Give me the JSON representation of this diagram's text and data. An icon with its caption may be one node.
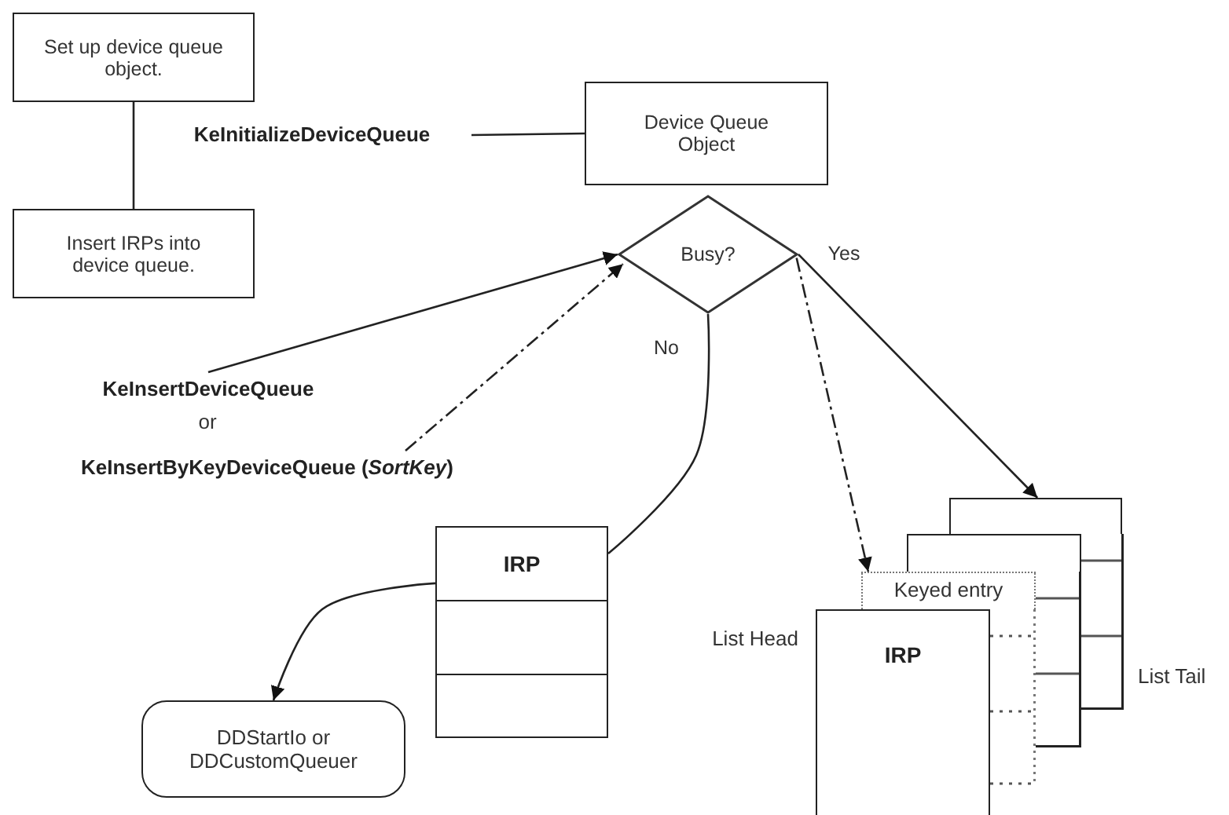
{
  "diagram": {
    "nodes": [
      {
        "text": [
          "Set up device queue object."
        ]
      },
      {
        "text": [
          "Insert IRPs into device queue."
        ]
      },
      {
        "text": [
          "KeInitializeDeviceQueue"
        ]
      },
      {
        "text": [
          "Device Queue Object"
        ]
      },
      {
        "text": [
          "Busy?"
        ]
      },
      {
        "text": [
          "KeInsertDeviceQueue"
        ]
      },
      {
        "text": [
          "KeInsertByKeyDeviceQueue (*SortKey*)"
        ]
      },
      {
        "text": [
          "IRP"
        ]
      },
      {
        "text": [
          "DDStartIo or DDCustomQueuer"
        ]
      },
      {
        "text": [],
        "shape": "box"
      },
      {
        "text": [],
        "shape": "box"
      },
      {
        "text": [
          "Keyed entry"
        ]
      },
      {
        "text": [
          "IRP"
        ],
        "beside": [
          "List Head"
        ]
      }
    ],
    "edges": [
      {
        "from": 0,
        "to": 1,
        "arrow": "none"
      },
      {
        "from": 2,
        "to": 3,
        "arrow": "none"
      },
      {
        "from": 5,
        "to": 4,
        "arrow": "to"
      },
      {
        "from": 6,
        "to": 4,
        "arrow": "to",
        "style": "dashed"
      },
      {
        "from": 4,
        "to": 7,
        "arrow": "none",
        "label": "No"
      },
      {
        "from": 4,
        "to": 9,
        "arrow": "to",
        "label": "Yes"
      },
      {
        "from": 4,
        "to": 11,
        "arrow": "to",
        "style": "dashed"
      },
      {
        "from": 7,
        "to": 8,
        "arrow": "to"
      }
    ],
    "labels": [
      "or",
      "List Tail"
    ]
  }
}
